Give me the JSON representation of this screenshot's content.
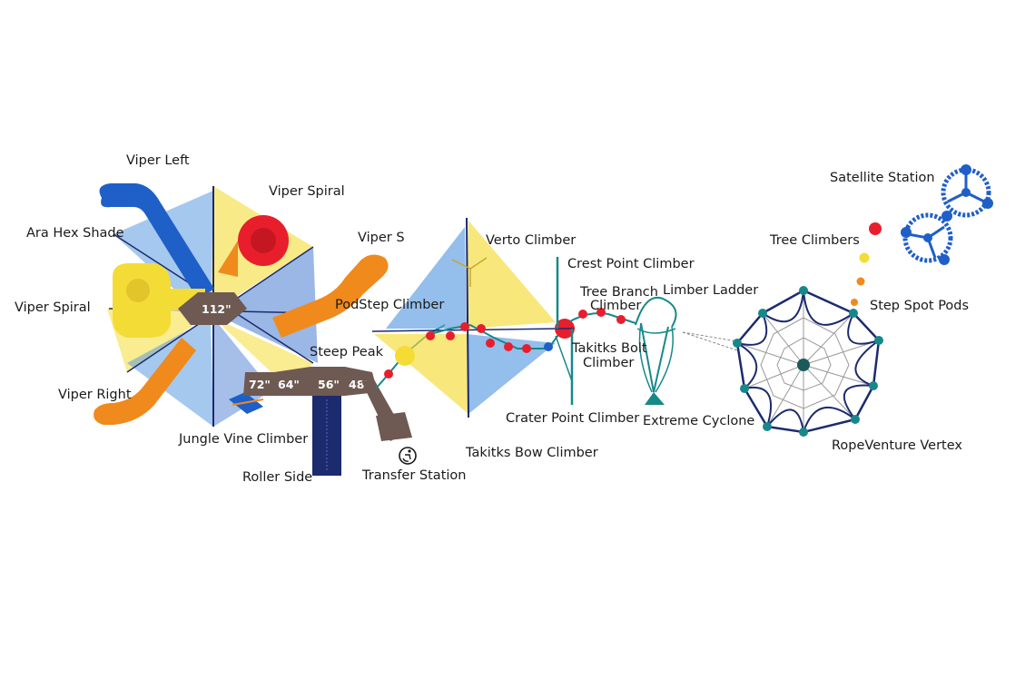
{
  "colors": {
    "blue": "#1f5fc8",
    "light_blue": "#5b9be0",
    "yellow": "#f4dc36",
    "orange": "#f08a1c",
    "red": "#e81e2c",
    "deck": "#6e5a52",
    "teal": "#17888a",
    "navy": "#1c2a6e"
  },
  "labels": {
    "viper_left": "Viper Left",
    "viper_spiral_top": "Viper Spiral",
    "ara_hex_shade": "Ara Hex Shade",
    "viper_s": "Viper S",
    "viper_spiral_left": "Viper Spiral",
    "viper_right": "Viper Right",
    "jungle_vine_climber": "Jungle Vine Climber",
    "roller_side": "Roller Side",
    "transfer_station": "Transfer Station",
    "steep_peak": "Steep Peak",
    "takitks_bow_climber": "Takitks Bow Climber",
    "podstep_climber": "PodStep Climber",
    "verto_climber": "Verto Climber",
    "crest_point_climber": "Crest Point Climber",
    "tree_branch_climber_1": "Tree Branch",
    "tree_branch_climber_2": "Climber",
    "limber_ladder": "Limber Ladder",
    "takitks_bolt_climber_1": "Takitks Bolt",
    "takitks_bolt_climber_2": "Climber",
    "crater_point_climber": "Crater Point Climber",
    "extreme_cyclone": "Extreme Cyclone",
    "tree_climbers": "Tree Climbers",
    "step_spot_pods": "Step Spot Pods",
    "satellite_station": "Satellite Station",
    "ropeventure_vertex": "RopeVenture Vertex"
  },
  "deck_heights": {
    "main": "112\"",
    "h72": "72\"",
    "h64": "64\"",
    "h56": "56\"",
    "h48": "48\""
  },
  "icons": {
    "transfer": "accessibility-icon"
  }
}
